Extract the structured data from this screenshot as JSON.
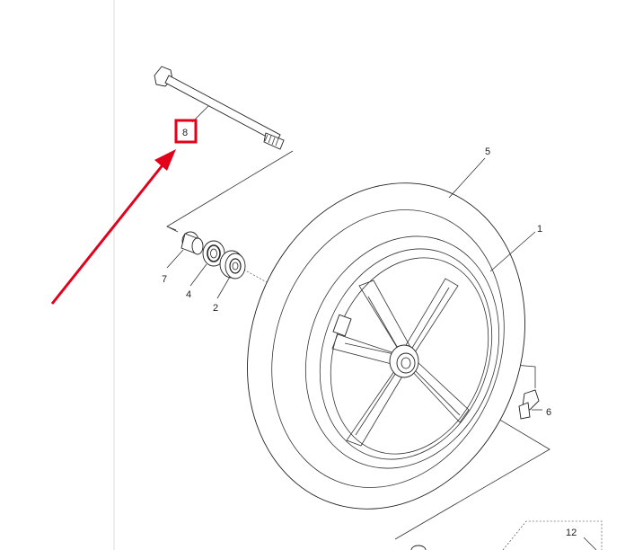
{
  "diagram": {
    "callouts": [
      {
        "id": "c8",
        "text": "8"
      },
      {
        "id": "c5",
        "text": "5"
      },
      {
        "id": "c1",
        "text": "1"
      },
      {
        "id": "c7",
        "text": "7"
      },
      {
        "id": "c4",
        "text": "4"
      },
      {
        "id": "c2",
        "text": "2"
      },
      {
        "id": "c6",
        "text": "6"
      },
      {
        "id": "c12",
        "text": "12"
      }
    ],
    "highlight": {
      "target": "8",
      "color": "#e3001b"
    },
    "arrow": {
      "color": "#e3001b"
    }
  }
}
